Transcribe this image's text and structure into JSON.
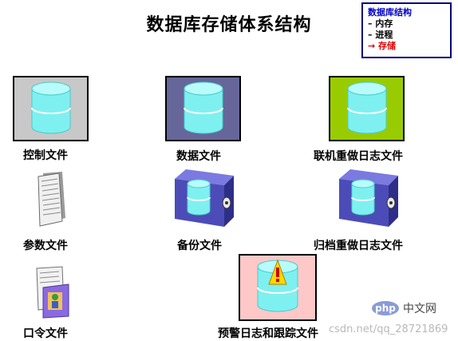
{
  "title": "数据库存储体系结构",
  "nav": {
    "heading": "数据库结构",
    "items": [
      "– 内存",
      "– 进程",
      "→ 存储"
    ]
  },
  "items": [
    {
      "label": "控制文件"
    },
    {
      "label": "数据文件"
    },
    {
      "label": "联机重做日志文件"
    },
    {
      "label": "参数文件"
    },
    {
      "label": "备份文件"
    },
    {
      "label": "归档重做日志文件"
    },
    {
      "label": "口令文件"
    },
    {
      "label": "预警日志和跟踪文件"
    }
  ],
  "watermark": {
    "brand": "php",
    "cn": "中文网",
    "url": "csdn.net/qq_28721869"
  },
  "colors": {
    "cylinder": "#7ff0f0",
    "frame_control_bg": "#c8c8c8",
    "frame_data_bg": "#66669a",
    "frame_redo_bg": "#99cc00",
    "frame_alert_bg": "#ffc8c8",
    "nav_heading": "#0000c8",
    "nav_current": "#e00000",
    "safe_body": "#4c4cb8"
  }
}
